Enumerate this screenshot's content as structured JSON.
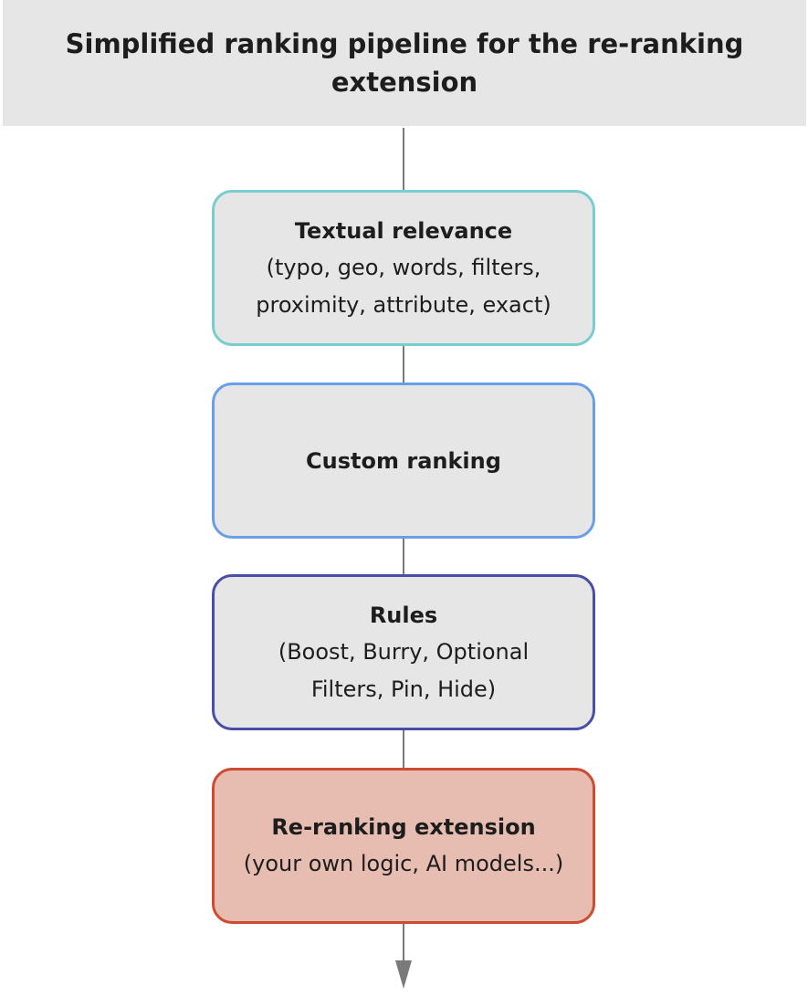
{
  "header": {
    "title": "Simplified ranking pipeline for the re-ranking extension"
  },
  "steps": [
    {
      "title": "Textual relevance",
      "subtitle": "(typo, geo, words, filters,\nproximity, attribute, exact)",
      "border_color": "#79cdd0",
      "fill_color": "#e6e6e6"
    },
    {
      "title": "Custom ranking",
      "subtitle": "",
      "border_color": "#6a9fe8",
      "fill_color": "#e6e6e6"
    },
    {
      "title": "Rules",
      "subtitle": "(Boost, Burry, Optional\nFilters, Pin, Hide)",
      "border_color": "#4b4da6",
      "fill_color": "#e6e6e6"
    },
    {
      "title": "Re-ranking extension",
      "subtitle": "(your own logic, AI models...)",
      "border_color": "#cf4a33",
      "fill_color": "#e7bdb2"
    }
  ],
  "connector_color": "#7a7a7a"
}
